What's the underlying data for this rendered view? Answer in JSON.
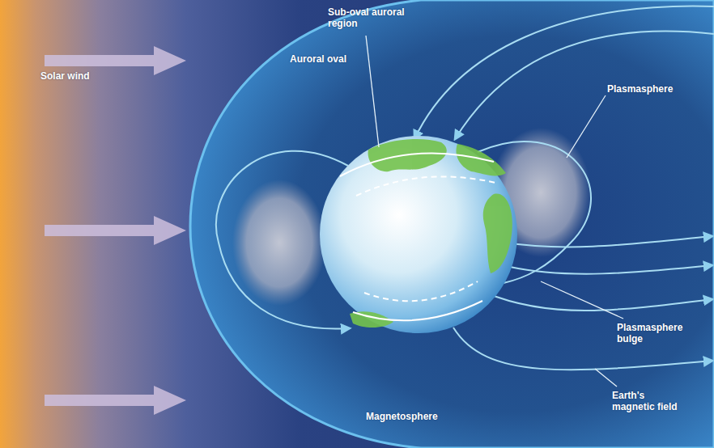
{
  "diagram": {
    "labels": [
      "Solar wind",
      "Sub-oval auroral region",
      "Auroral oval",
      "Plasmasphere",
      "Plasmasphere bulge",
      "Magnetosphere",
      "Earth's magnetic field"
    ]
  }
}
